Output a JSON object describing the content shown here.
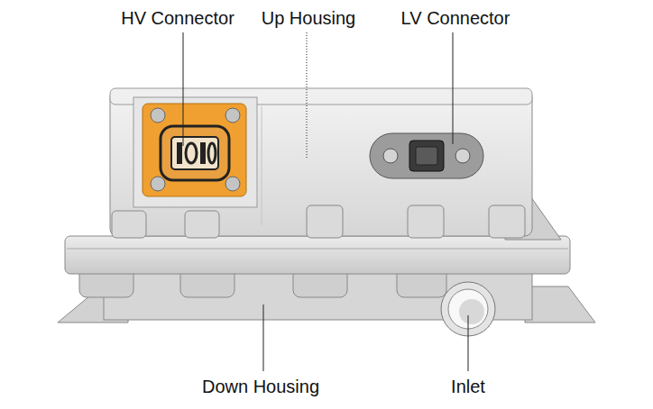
{
  "diagram": {
    "labels": [
      "HV Connector",
      "Up Housing",
      "LV Connector",
      "Down Housing",
      "Inlet"
    ]
  }
}
